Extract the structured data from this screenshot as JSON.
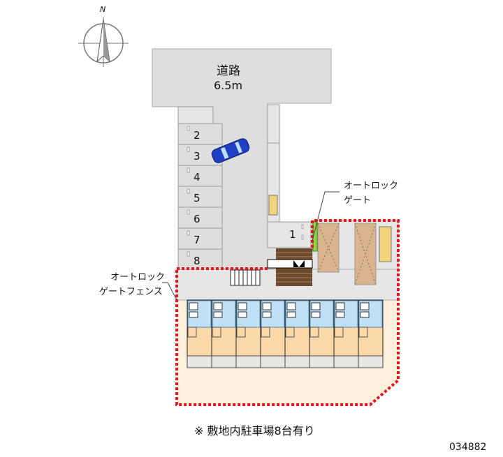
{
  "compass": {
    "label": "N"
  },
  "road": {
    "name": "道路",
    "width": "6.5m"
  },
  "parking": {
    "spaces": [
      "1",
      "2",
      "3",
      "4",
      "5",
      "6",
      "7",
      "8"
    ]
  },
  "callouts": {
    "gate_line1": "オートロック",
    "gate_line2": "ゲート",
    "fence_line1": "オートロック",
    "fence_line2": "ゲートフェンス"
  },
  "note": "※ 敷地内駐車場8台有り",
  "property_id": "034882",
  "colors": {
    "boundary": "#e8141c",
    "road": "#dedede",
    "site": "#fdf1de",
    "unit": "#fad8a8",
    "wet": "#bfe0f5",
    "car": "#1f3fc4"
  }
}
